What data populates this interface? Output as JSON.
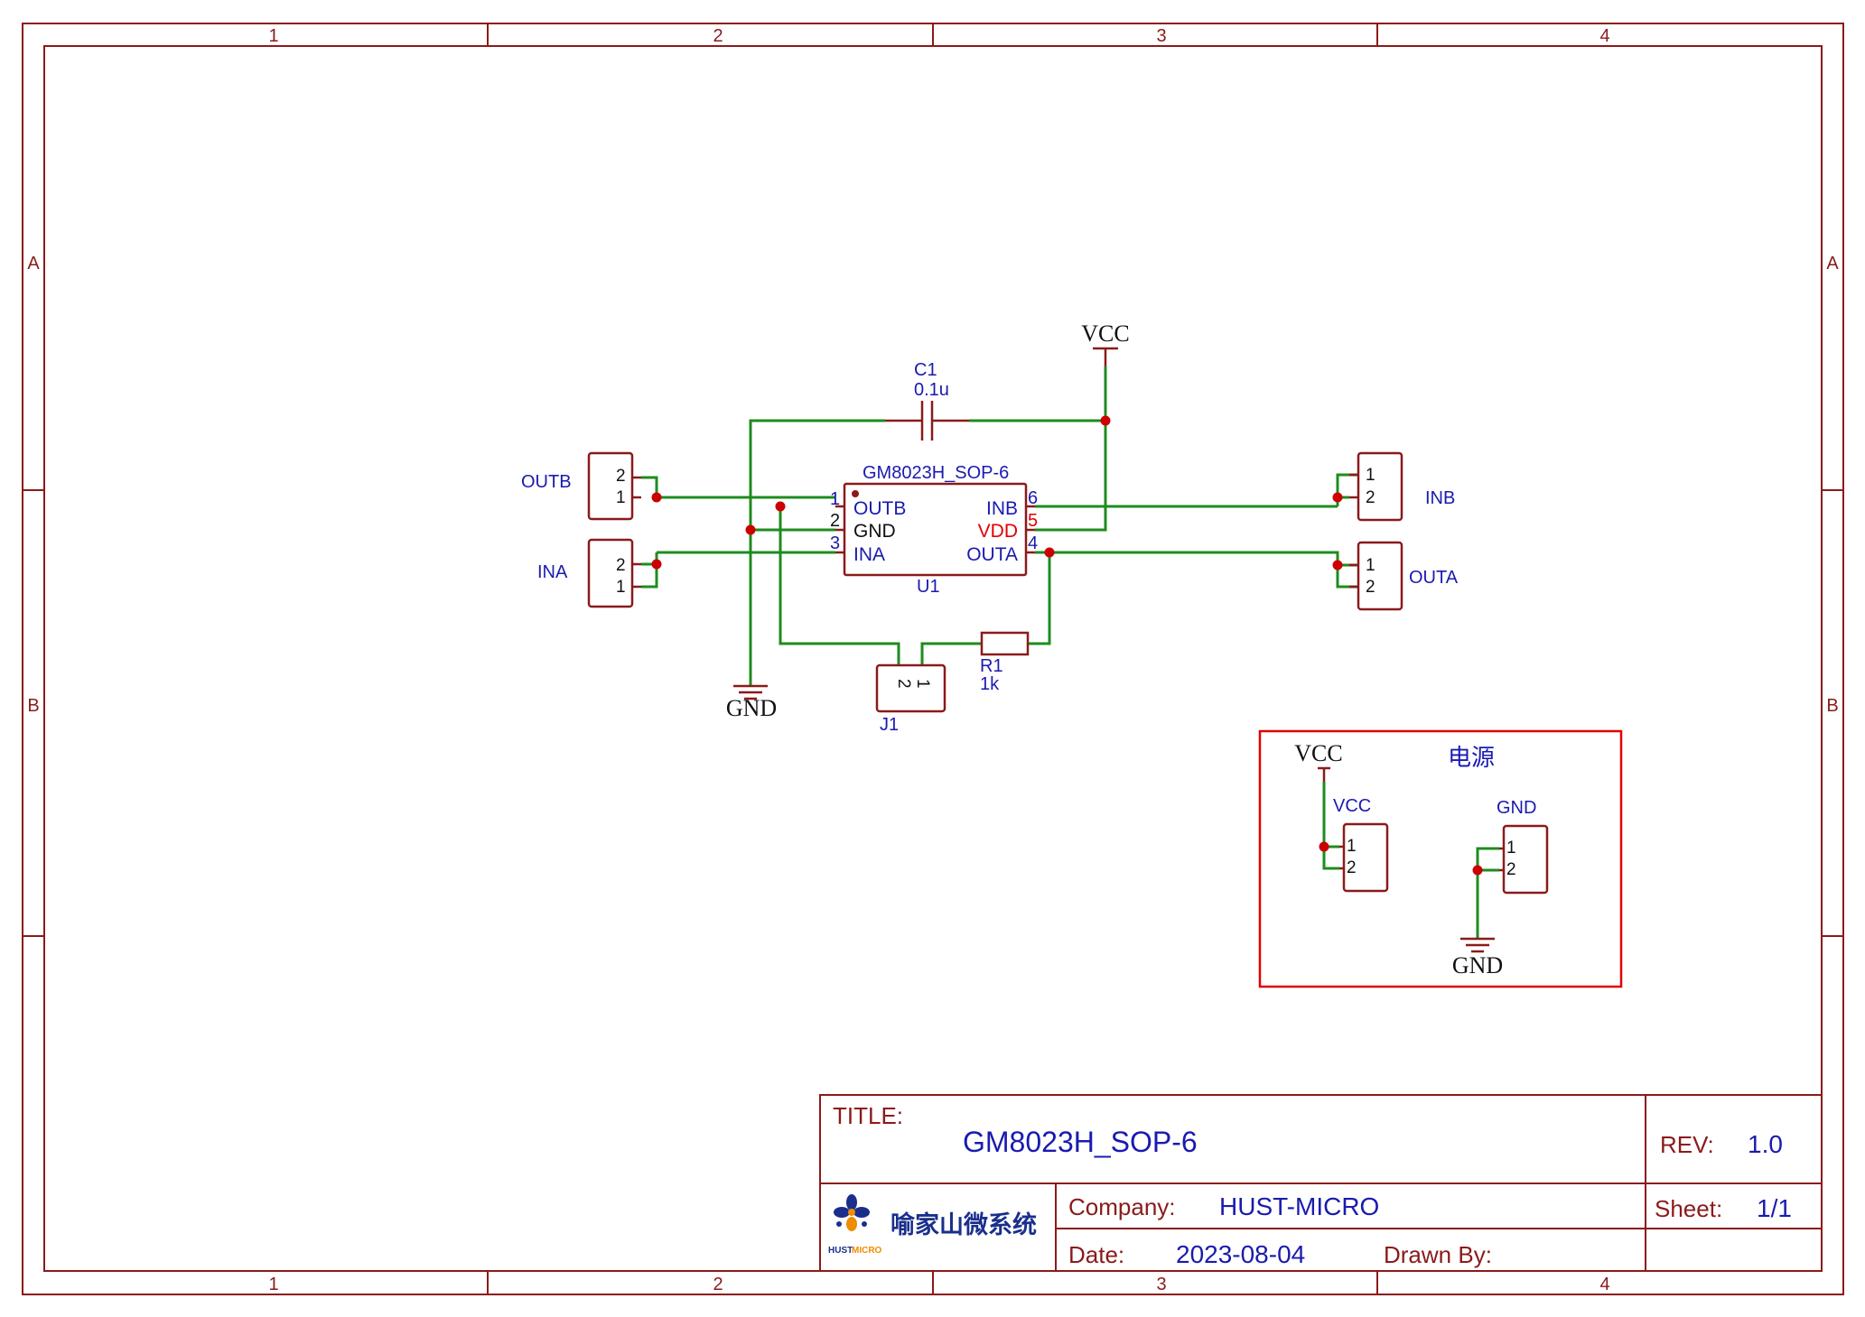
{
  "frame": {
    "columns": [
      "1",
      "2",
      "3",
      "4"
    ],
    "rows": [
      "A",
      "B"
    ]
  },
  "schematic": {
    "capacitor": {
      "ref": "C1",
      "value": "0.1u"
    },
    "ic": {
      "part_name": "GM8023H_SOP-6",
      "ref": "U1",
      "left_pins": [
        {
          "num": "1",
          "name": "OUTB"
        },
        {
          "num": "2",
          "name": "GND"
        },
        {
          "num": "3",
          "name": "INA"
        }
      ],
      "right_pins": [
        {
          "num": "6",
          "name": "INB"
        },
        {
          "num": "5",
          "name": "VDD"
        },
        {
          "num": "4",
          "name": "OUTA"
        }
      ]
    },
    "resistor": {
      "ref": "R1",
      "value": "1k"
    },
    "connectors": {
      "outb": {
        "label": "OUTB",
        "pin_top": "2",
        "pin_bottom": "1"
      },
      "ina": {
        "label": "INA",
        "pin_top": "2",
        "pin_bottom": "1"
      },
      "inb": {
        "label": "INB",
        "pin_top": "1",
        "pin_bottom": "2"
      },
      "outa": {
        "label": "OUTA",
        "pin_top": "1",
        "pin_bottom": "2"
      },
      "j1": {
        "ref": "J1",
        "pin_left": "2",
        "pin_right": "1"
      }
    },
    "power": {
      "vcc_label": "VCC",
      "gnd_label": "GND"
    },
    "power_box": {
      "title": "电源",
      "vcc_conn": {
        "label": "VCC",
        "pin_top": "1",
        "pin_bottom": "2"
      },
      "gnd_conn": {
        "label": "GND",
        "pin_top": "1",
        "pin_bottom": "2"
      },
      "vcc_label": "VCC",
      "gnd_label": "GND"
    }
  },
  "title_block": {
    "title_label": "TITLE:",
    "title": "GM8023H_SOP-6",
    "rev_label": "REV:",
    "rev": "1.0",
    "company_label": "Company:",
    "company": "HUST-MICRO",
    "sheet_label": "Sheet:",
    "sheet": "1/1",
    "date_label": "Date:",
    "date": "2023-08-04",
    "drawn_by_label": "Drawn By:",
    "logo_text": "喻家山微系统",
    "logo_sub_a": "HUST",
    "logo_sub_b": "MICRO"
  },
  "colors": {
    "frame": "#8B1A1A",
    "wire": "#1E8C1E",
    "text_blue": "#1A1AB0",
    "pin_name_red": "#E00000",
    "junction": "#CC0000",
    "logo_orange": "#F08C00",
    "logo_navy": "#1A2F8C"
  }
}
